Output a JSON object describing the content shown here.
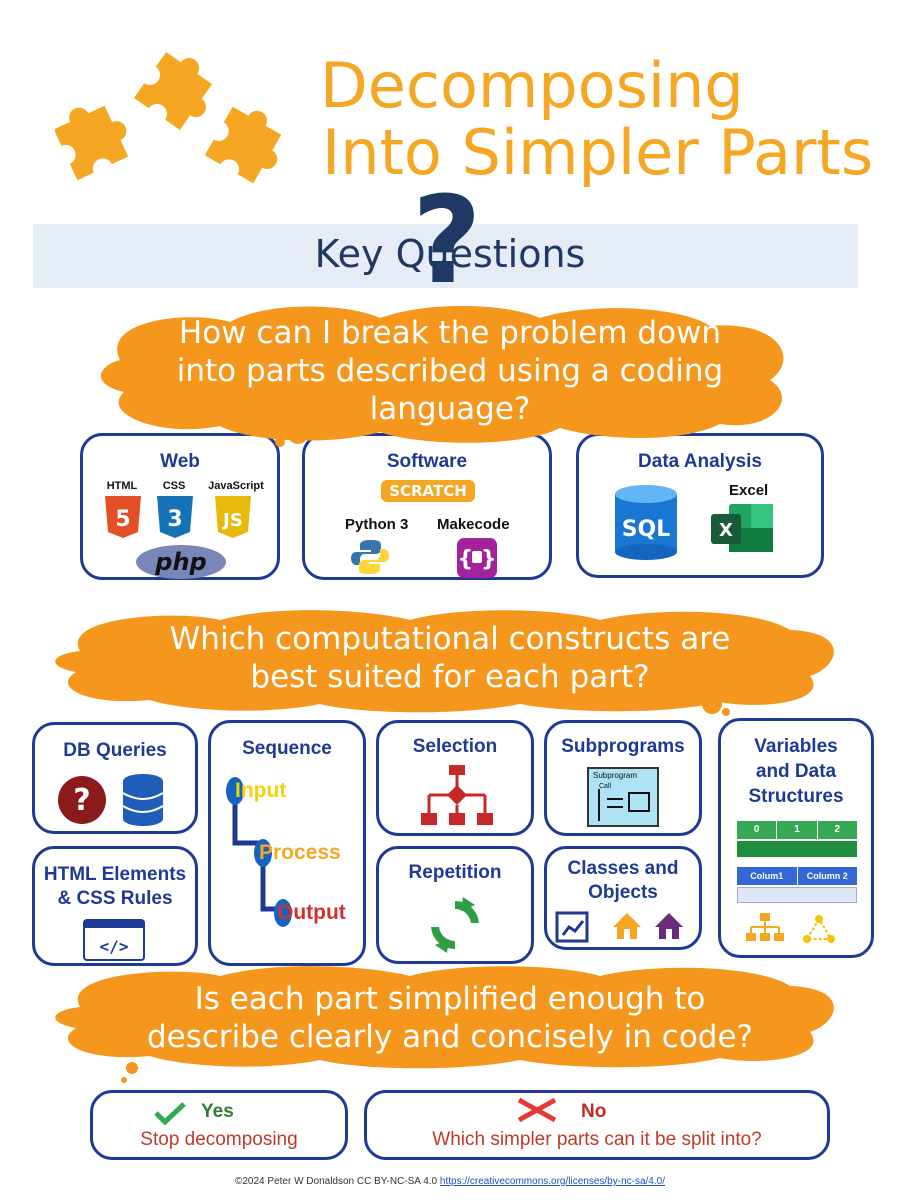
{
  "header": {
    "title_line1": "Decomposing",
    "title_line2": "Into Simpler Parts",
    "puzzle_icon": "puzzle-icon",
    "accent": "#f5a623"
  },
  "key_questions": {
    "label": "Key Questions",
    "question_mark": "?"
  },
  "questions": {
    "q1_line1": "How can I break the problem down",
    "q1_line2": "into parts described using a coding",
    "q1_line3": "language?",
    "q2_line1": "Which computational constructs are",
    "q2_line2": "best suited for each part?",
    "q3_line1": "Is each part simplified enough to",
    "q3_line2": "describe clearly and concisely in code?"
  },
  "languages": {
    "web": {
      "title": "Web",
      "html": "HTML",
      "css": "CSS",
      "js": "JavaScript",
      "php": "php"
    },
    "software": {
      "title": "Software",
      "scratch": "SCRATCH",
      "python": "Python 3",
      "makecode": "Makecode"
    },
    "data": {
      "title": "Data Analysis",
      "sql": "SQL",
      "excel": "Excel"
    }
  },
  "constructs": {
    "db": "DB Queries",
    "html_css_1": "HTML Elements",
    "html_css_2": "& CSS Rules",
    "sequence": "Sequence",
    "seq_input": "Input",
    "seq_process": "Process",
    "seq_output": "Output",
    "selection": "Selection",
    "repetition": "Repetition",
    "subprograms": "Subprograms",
    "subprogram_label": "Subprogram",
    "subprogram_call": "Call",
    "classes_1": "Classes and",
    "classes_2": "Objects",
    "vars_1": "Variables",
    "vars_2": "and Data",
    "vars_3": "Structures",
    "array_idx": [
      "0",
      "1",
      "2"
    ],
    "col1": "Colum1",
    "col2": "Column 2"
  },
  "answers": {
    "yes": "Yes",
    "yes_text": "Stop decomposing",
    "no": "No",
    "no_text": "Which simpler parts can it be split into?"
  },
  "footer": {
    "credit": "©2024 Peter W Donaldson  CC BY-NC-SA 4.0",
    "link": "https://creativecommons.org/licenses/by-nc-sa/4.0/"
  }
}
